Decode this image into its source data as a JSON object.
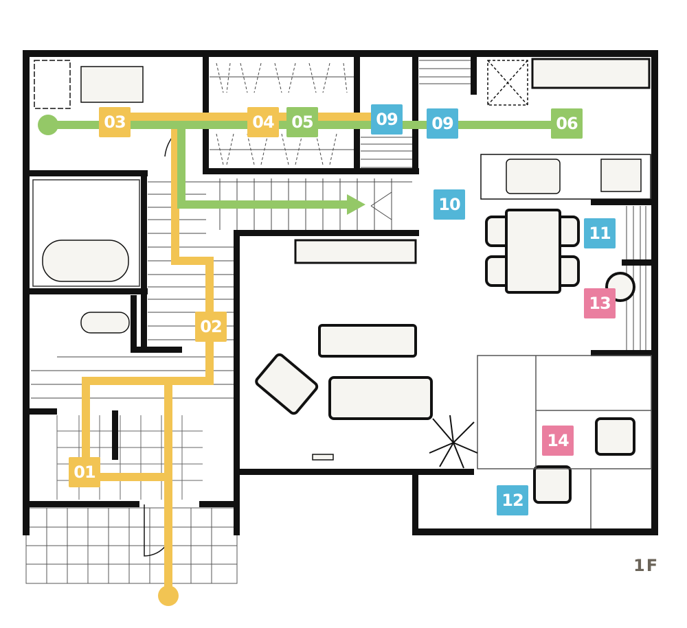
{
  "floor_label": "1F",
  "colors": {
    "yellow": "#f2c453",
    "green": "#94c867",
    "blue": "#52b6d8",
    "pink": "#ea7e9f",
    "wall": "#111111"
  },
  "markers": [
    {
      "label": "01",
      "color": "yellow"
    },
    {
      "label": "02",
      "color": "yellow"
    },
    {
      "label": "03",
      "color": "yellow"
    },
    {
      "label": "04",
      "color": "yellow"
    },
    {
      "label": "05",
      "color": "green"
    },
    {
      "label": "06",
      "color": "green"
    },
    {
      "label": "09",
      "color": "blue"
    },
    {
      "label": "09",
      "color": "blue"
    },
    {
      "label": "10",
      "color": "blue"
    },
    {
      "label": "11",
      "color": "blue"
    },
    {
      "label": "12",
      "color": "blue"
    },
    {
      "label": "13",
      "color": "pink"
    },
    {
      "label": "14",
      "color": "pink"
    }
  ]
}
